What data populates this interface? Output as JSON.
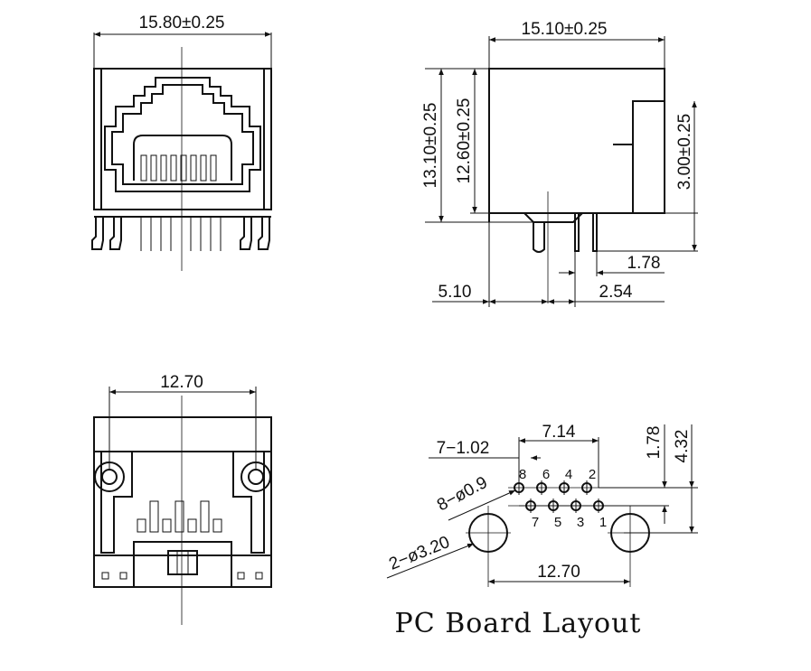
{
  "front_view": {
    "width_dim": "15.80±0.25"
  },
  "side_view": {
    "depth_dim": "15.10±0.25",
    "height_outer_dim": "13.10±0.25",
    "height_inner_dim": "12.60±0.25",
    "tab_height_dim": "3.00±0.25",
    "pin_pitch_dim": "1.78",
    "offset_dim": "5.10",
    "pin_offset_dim": "2.54"
  },
  "bottom_view": {
    "post_spacing_dim": "12.70"
  },
  "pcb_layout": {
    "title": "PC Board Layout",
    "pin_span_dim": "7.14",
    "pin_hole_dim": "7−1.02",
    "row_pitch_dim": "1.78",
    "row_to_post_dim": "4.32",
    "pin_hole_diameter_dim": "8−ø0.9",
    "post_hole_dim": "2−ø3.20",
    "post_spacing_dim": "12.70",
    "top_row_pins": [
      "8",
      "6",
      "4",
      "2"
    ],
    "bottom_row_pins": [
      "7",
      "5",
      "3",
      "1"
    ]
  }
}
